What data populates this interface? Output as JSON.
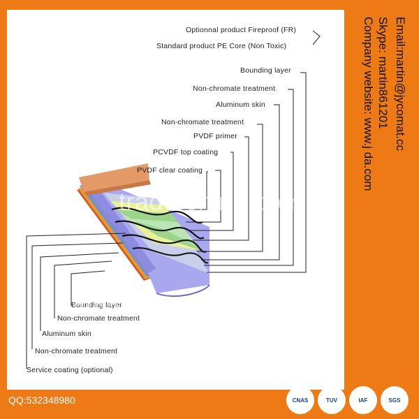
{
  "contact": {
    "email": "Email:martin@jycomat.cc",
    "skype": "Skype: martin861201",
    "website": "Company website: www.j    da.com"
  },
  "upper_labels": [
    "Optionnal product Fireproof (FR)",
    "Standard product PE Core (Non Toxic)",
    "Bounding layer",
    "Non-chromate treatment",
    "Aluminum skin",
    "Non-chromate treatment",
    "PVDF primer",
    "PCVDF top coating",
    "PVDF clear coating"
  ],
  "lower_labels": [
    "Bounding layer",
    "Non-chromate treatment",
    "Aluminum skin",
    "Non-chromate treatment",
    "Service coating (optional)"
  ],
  "watermarks": {
    "top": "trade.china.com",
    "bottom": "haidatech.com"
  },
  "qq": "QQ:532348980",
  "badges": [
    "CNAS",
    "TUV",
    "IAF",
    "SGS"
  ],
  "colors": {
    "background": "#ee7a16",
    "panel": "#ffffff",
    "fr_core": "#e39a67",
    "bottom_skin": "#cf5b2a",
    "core_side": "#a9a8ee"
  }
}
